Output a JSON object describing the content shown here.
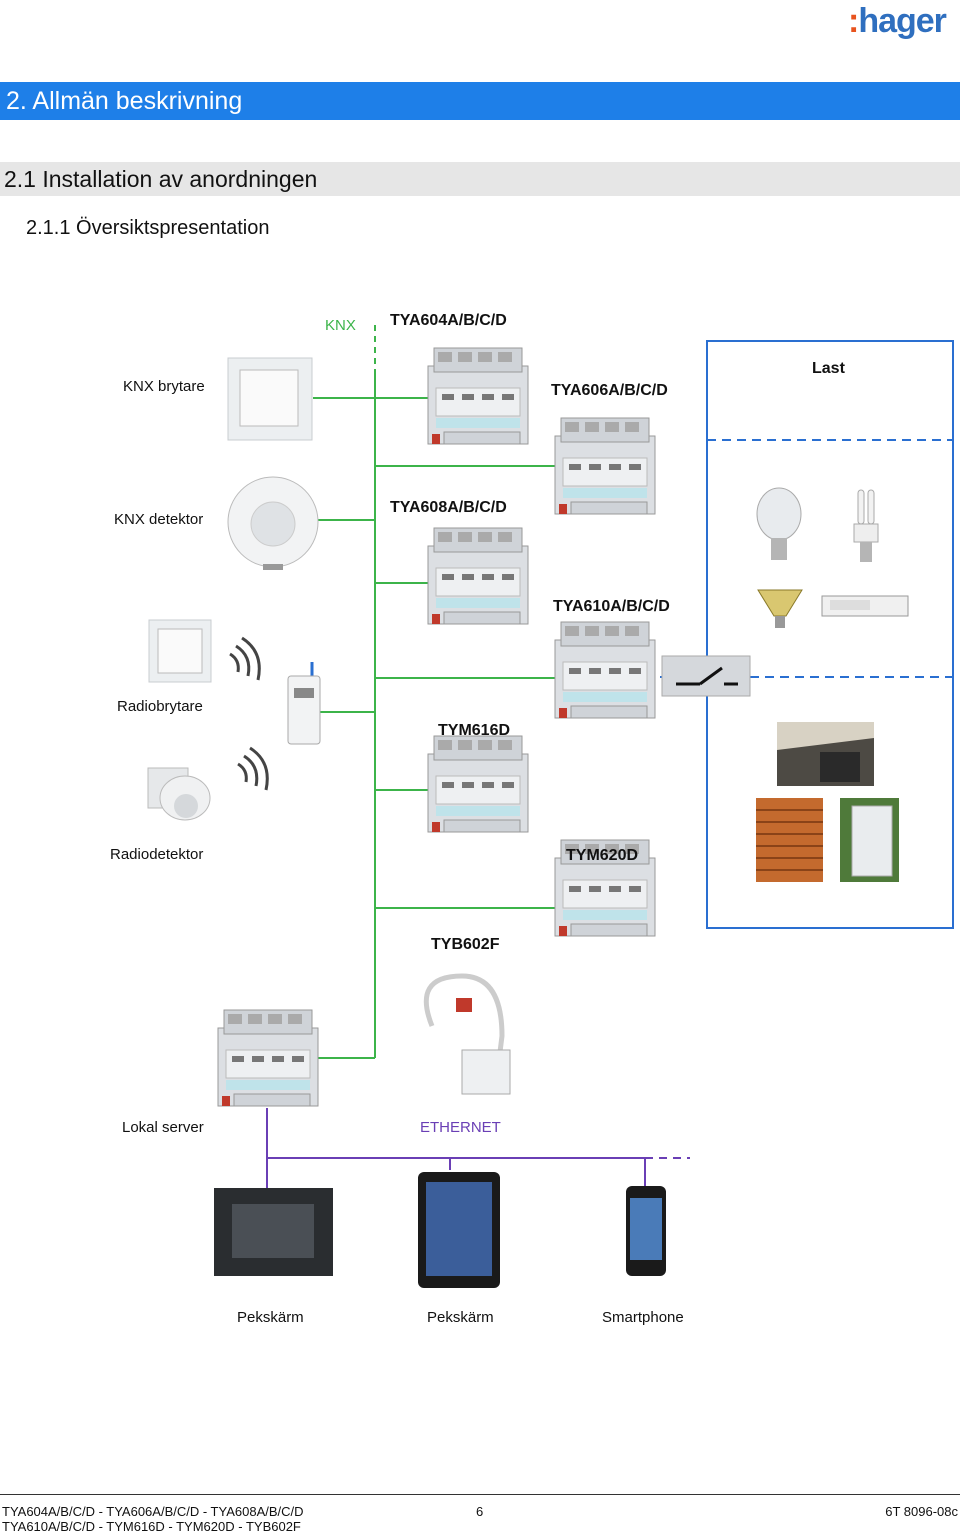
{
  "logo": {
    "brand": "hager",
    "dots": ":"
  },
  "section": {
    "h1": "2. Allmän beskrivning",
    "h2": "2.1 Installation av anordningen",
    "h3": "2.1.1 Översiktspresentation"
  },
  "diagram": {
    "bus_label": "KNX",
    "ethernet_label": "ETHERNET",
    "devices": {
      "tya604": "TYA604A/B/C/D",
      "tya606": "TYA606A/B/C/D",
      "tya608": "TYA608A/B/C/D",
      "tya610": "TYA610A/B/C/D",
      "tym616": "TYM616D",
      "tym620": "TYM620D",
      "tyb602": "TYB602F"
    },
    "inputs": {
      "knx_switch": "KNX brytare",
      "knx_detector": "KNX detektor",
      "radio_switch": "Radiobrytare",
      "radio_detector": "Radiodetektor",
      "local_server": "Lokal server"
    },
    "load_label": "Last",
    "clients": [
      "Pekskärm",
      "Pekskärm",
      "Smartphone"
    ]
  },
  "colors": {
    "knx_green": "#3cb44a",
    "load_blue": "#2a6fd1",
    "ethernet_purple": "#6a3fb5",
    "header_blue": "#1e7fe8"
  },
  "footer": {
    "line1": "TYA604A/B/C/D - TYA606A/B/C/D - TYA608A/B/C/D",
    "line2": "TYA610A/B/C/D - TYM616D - TYM620D - TYB602F",
    "page": "6",
    "doc": "6T 8096-08c"
  }
}
